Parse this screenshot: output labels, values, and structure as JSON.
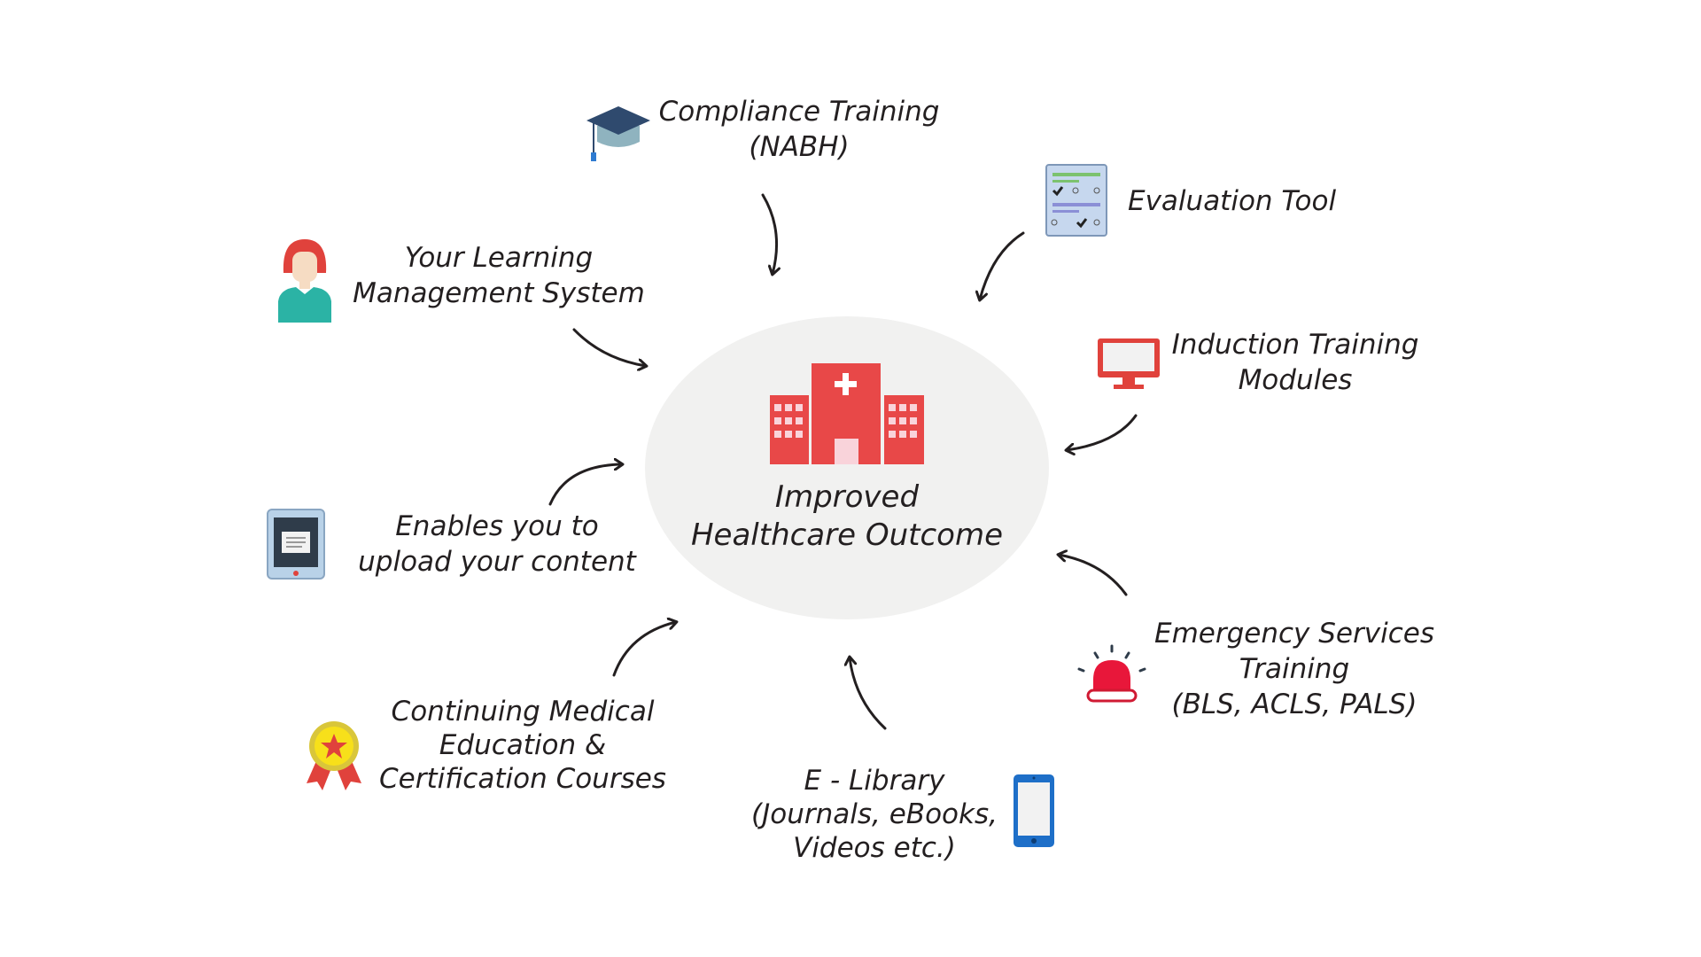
{
  "center": {
    "line1": "Improved",
    "line2": "Healthcare Outcome"
  },
  "nodes": {
    "compliance": {
      "line1": "Compliance Training",
      "line2": "(NABH)",
      "icon": "graduation-cap-icon"
    },
    "evaluation": {
      "line1": "Evaluation Tool",
      "icon": "checklist-icon"
    },
    "lms": {
      "line1": "Your Learning",
      "line2": "Management System",
      "icon": "person-icon"
    },
    "induction": {
      "line1": "Induction Training",
      "line2": "Modules",
      "icon": "monitor-icon"
    },
    "upload": {
      "line1": "Enables you to",
      "line2": "upload your content",
      "icon": "tablet-icon"
    },
    "emergency": {
      "line1": "Emergency Services",
      "line2": "Training",
      "line3": "(BLS, ACLS, PALS)",
      "icon": "siren-icon"
    },
    "cme": {
      "line1": "Continuing Medical",
      "line2": "Education &",
      "line3": "Certification Courses",
      "icon": "award-ribbon-icon"
    },
    "elibrary": {
      "line1": "E - Library",
      "line2": "(Journals, eBooks,",
      "line3": "Videos etc.)",
      "icon": "smartphone-icon"
    }
  },
  "colors": {
    "accent": "#e84848",
    "ellipse": "#f1f1f0",
    "text": "#231f20"
  }
}
